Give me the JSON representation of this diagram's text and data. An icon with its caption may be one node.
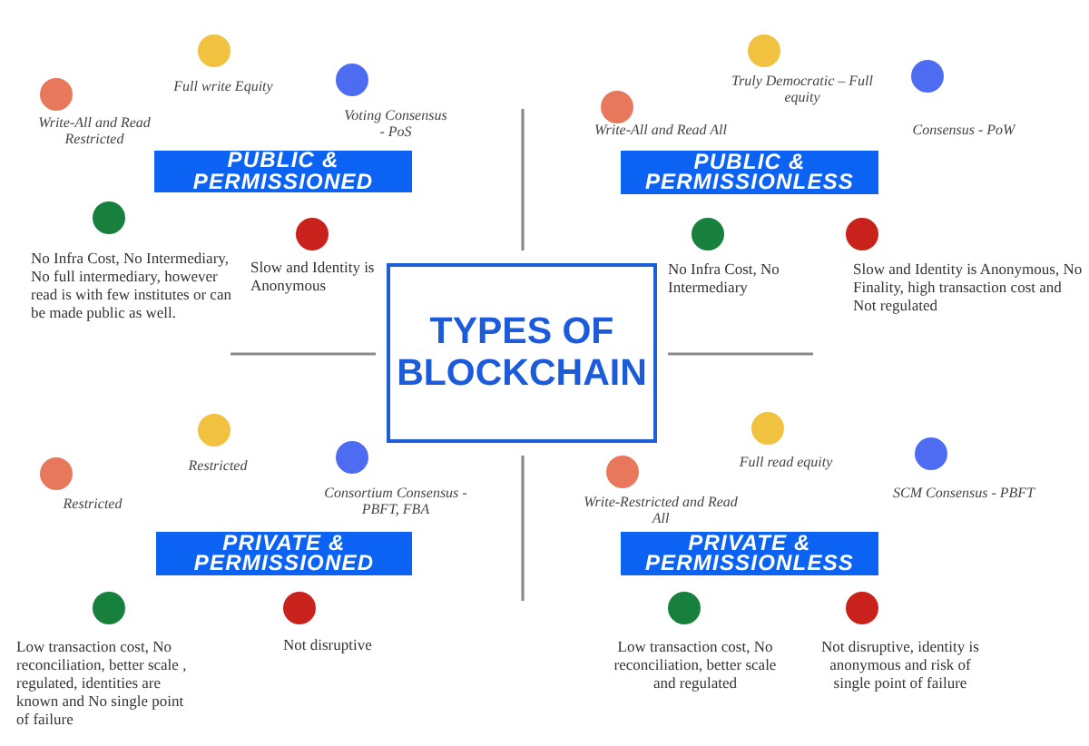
{
  "diagram": {
    "nodes": [
      {
        "text": [
          "TYPES OF BLOCKCHAIN"
        ]
      },
      {
        "text": [],
        "shape": "circle",
        "beside": [
          "Write-All and Read Restricted"
        ]
      },
      {
        "text": [],
        "shape": "circle",
        "beside": [
          "Full write Equity"
        ]
      },
      {
        "text": [],
        "shape": "circle",
        "beside": [
          "Voting Consensus - PoS"
        ]
      },
      {
        "text": [
          "PUBLIC & PERMISSIONED"
        ]
      },
      {
        "text": [],
        "shape": "circle",
        "beside": [
          "No Infra Cost, No Intermediary, No full intermediary, however read is with few institutes or can be made public as well."
        ]
      },
      {
        "text": [],
        "shape": "circle",
        "beside": [
          "Slow and Identity is Anonymous"
        ]
      },
      {
        "text": [],
        "shape": "circle",
        "beside": [
          "Write-All and Read All"
        ]
      },
      {
        "text": [],
        "shape": "circle",
        "beside": [
          "Truly Democratic – Full equity"
        ]
      },
      {
        "text": [],
        "shape": "circle",
        "beside": [
          "Consensus - PoW"
        ]
      },
      {
        "text": [
          "PUBLIC & PERMISSIONLESS"
        ]
      },
      {
        "text": [],
        "shape": "circle",
        "beside": [
          "No Infra Cost, No Intermediary"
        ]
      },
      {
        "text": [],
        "shape": "circle",
        "beside": [
          "Slow and Identity is Anonymous, No Finality, high transaction cost and Not regulated"
        ]
      },
      {
        "text": [],
        "shape": "circle",
        "beside": [
          "Restricted"
        ]
      },
      {
        "text": [],
        "shape": "circle",
        "beside": [
          "Restricted"
        ]
      },
      {
        "text": [],
        "shape": "circle",
        "beside": [
          "Consortium Consensus - PBFT, FBA"
        ]
      },
      {
        "text": [
          "PRIVATE & PERMISSIONED"
        ]
      },
      {
        "text": [],
        "shape": "circle",
        "beside": [
          "Low transaction cost, No reconciliation, better scale , regulated, identities are known and No single point of failure"
        ]
      },
      {
        "text": [],
        "shape": "circle",
        "beside": [
          "Not disruptive"
        ]
      },
      {
        "text": [],
        "shape": "circle",
        "beside": [
          "Write-Restricted and Read All"
        ]
      },
      {
        "text": [],
        "shape": "circle",
        "beside": [
          "Full read equity"
        ]
      },
      {
        "text": [],
        "shape": "circle",
        "beside": [
          "SCM Consensus - PBFT"
        ]
      },
      {
        "text": [
          "PRIVATE & PERMISSIONLESS"
        ]
      },
      {
        "text": [],
        "shape": "circle",
        "beside": [
          "Low transaction cost, No reconciliation, better scale and regulated"
        ]
      },
      {
        "text": [],
        "shape": "circle",
        "beside": [
          "Not disruptive, identity is anonymous and risk of single point of failure"
        ]
      }
    ]
  }
}
